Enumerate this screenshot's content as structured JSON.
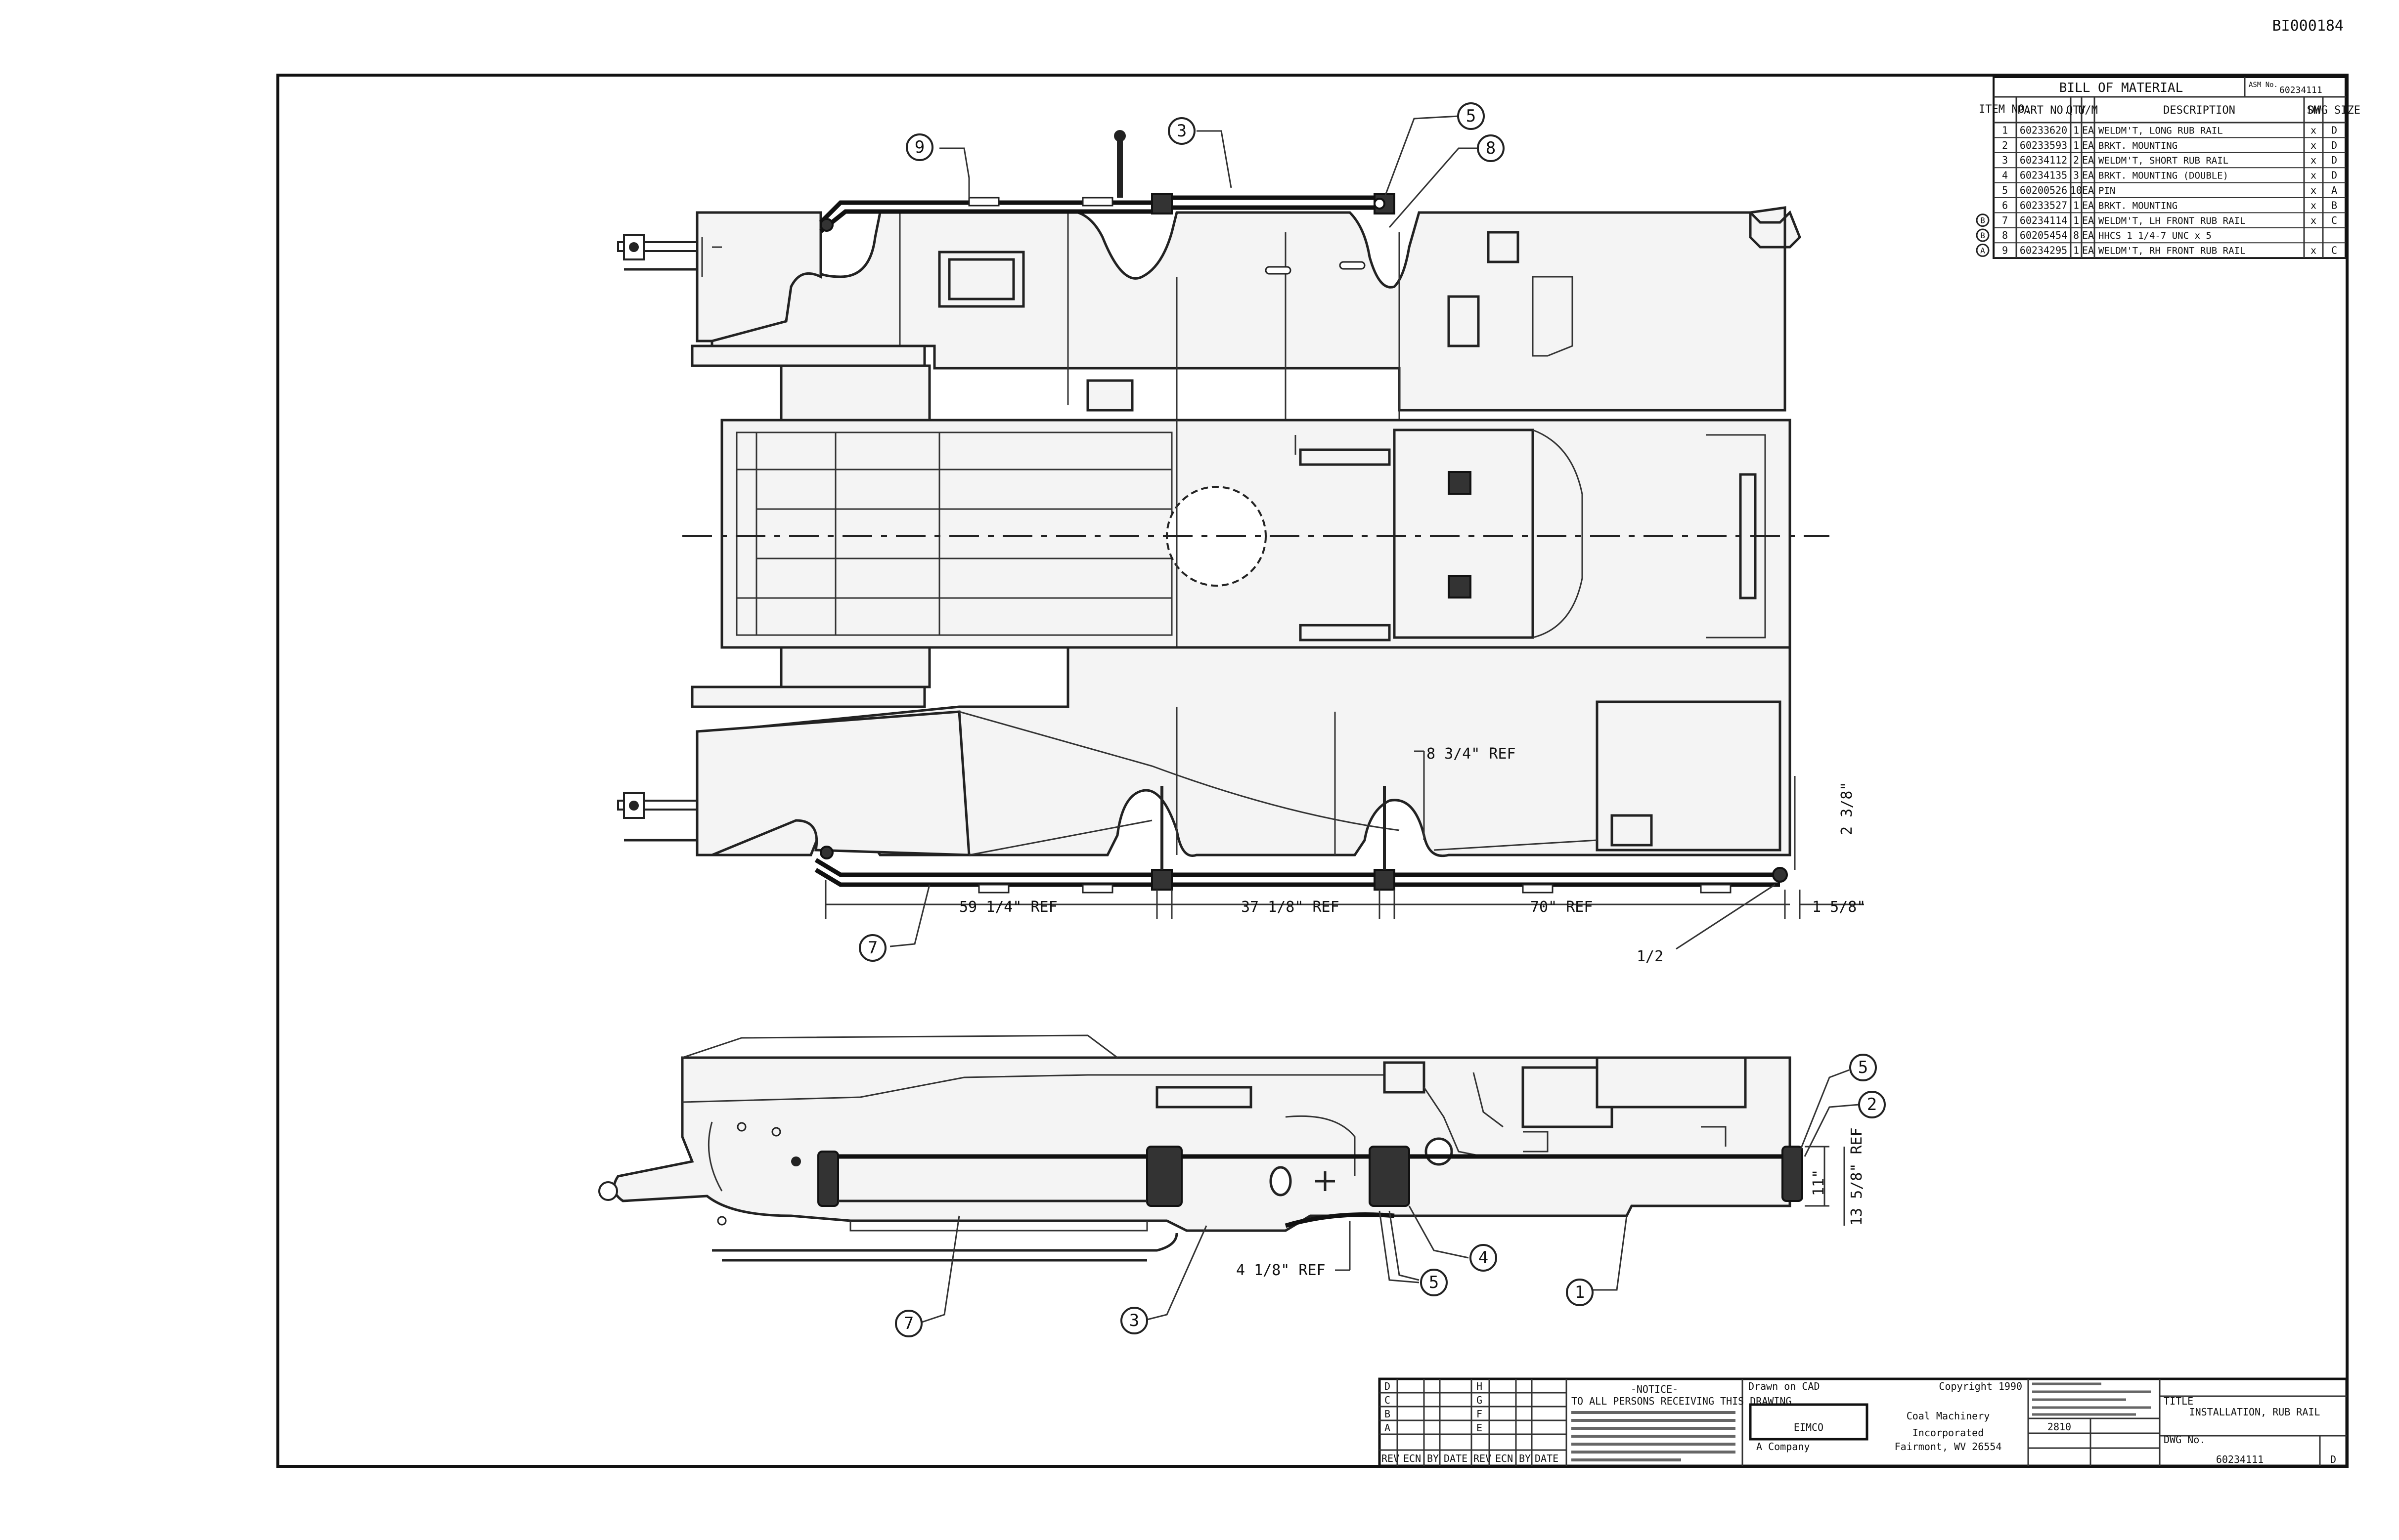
{
  "doc_id": "BI000184",
  "bom": {
    "title": "BILL OF MATERIAL",
    "ref_label": "ASM No.",
    "ref_value": "60234111",
    "headers": [
      "ITEM NO.",
      "PART NO.",
      "QTY",
      "U/M",
      "DESCRIPTION",
      "SM",
      "DWG SIZE"
    ],
    "rows": [
      {
        "mark": "",
        "item": "1",
        "part": "60233620",
        "qty": "1",
        "um": "EA",
        "desc": "WELDM'T, LONG RUB RAIL",
        "sm": "x",
        "size": "D"
      },
      {
        "mark": "",
        "item": "2",
        "part": "60233593",
        "qty": "1",
        "um": "EA",
        "desc": "BRKT. MOUNTING",
        "sm": "x",
        "size": "D"
      },
      {
        "mark": "",
        "item": "3",
        "part": "60234112",
        "qty": "2",
        "um": "EA",
        "desc": "WELDM'T, SHORT RUB RAIL",
        "sm": "x",
        "size": "D"
      },
      {
        "mark": "",
        "item": "4",
        "part": "60234135",
        "qty": "3",
        "um": "EA",
        "desc": "BRKT. MOUNTING (DOUBLE)",
        "sm": "x",
        "size": "D"
      },
      {
        "mark": "",
        "item": "5",
        "part": "60200526",
        "qty": "10",
        "um": "EA",
        "desc": "PIN",
        "sm": "x",
        "size": "A"
      },
      {
        "mark": "",
        "item": "6",
        "part": "60233527",
        "qty": "1",
        "um": "EA",
        "desc": "BRKT. MOUNTING",
        "sm": "x",
        "size": "B"
      },
      {
        "mark": "B",
        "item": "7",
        "part": "60234114",
        "qty": "1",
        "um": "EA",
        "desc": "WELDM'T, LH FRONT RUB RAIL",
        "sm": "x",
        "size": "C"
      },
      {
        "mark": "B",
        "item": "8",
        "part": "60205454",
        "qty": "8",
        "um": "EA",
        "desc": "HHCS 1 1/4-7 UNC x 5",
        "sm": "",
        "size": ""
      },
      {
        "mark": "A",
        "item": "9",
        "part": "60234295",
        "qty": "1",
        "um": "EA",
        "desc": "WELDM'T, RH FRONT RUB RAIL",
        "sm": "x",
        "size": "C"
      }
    ]
  },
  "top_view": {
    "balloons": [
      "9",
      "3",
      "5",
      "8",
      "7"
    ],
    "dims": {
      "d1": "59 1/4\" REF",
      "d2": "37 1/8\" REF",
      "d3": "70\" REF",
      "d4": "1 5/8\"",
      "d5": "8 3/4\" REF",
      "d6": "2 3/8\"",
      "d7": "1/2"
    }
  },
  "side_view": {
    "balloons": [
      "5",
      "2",
      "4",
      "5",
      "1",
      "7",
      "3"
    ],
    "dims": {
      "d1": "4 1/8\" REF",
      "d2": "11\"",
      "d3": "13 5/8\" REF"
    }
  },
  "title_block": {
    "notice_title": "-NOTICE-",
    "notice_line1": "TO ALL PERSONS RECEIVING THIS DRAWING",
    "drawn": "Drawn on CAD",
    "copyright": "Copyright 1990",
    "logo": "EIMCO",
    "company_line1": "Coal Machinery",
    "company_line2": "Incorporated",
    "location": "Fairmont, WV 26554",
    "tagline": "A Company",
    "model": "2810",
    "title_label": "TITLE",
    "title": "INSTALLATION, RUB RAIL",
    "dwg_label": "DWG No.",
    "dwg_no": "60234111",
    "rev": "D",
    "rev_col_headers": [
      "REV",
      "ECN",
      "BY",
      "DATE",
      "REV",
      "ECN",
      "BY",
      "DATE"
    ],
    "rev_marks": [
      "D",
      "C",
      "B",
      "A"
    ],
    "rev_marks_right": [
      "H",
      "G",
      "F",
      "E"
    ]
  }
}
